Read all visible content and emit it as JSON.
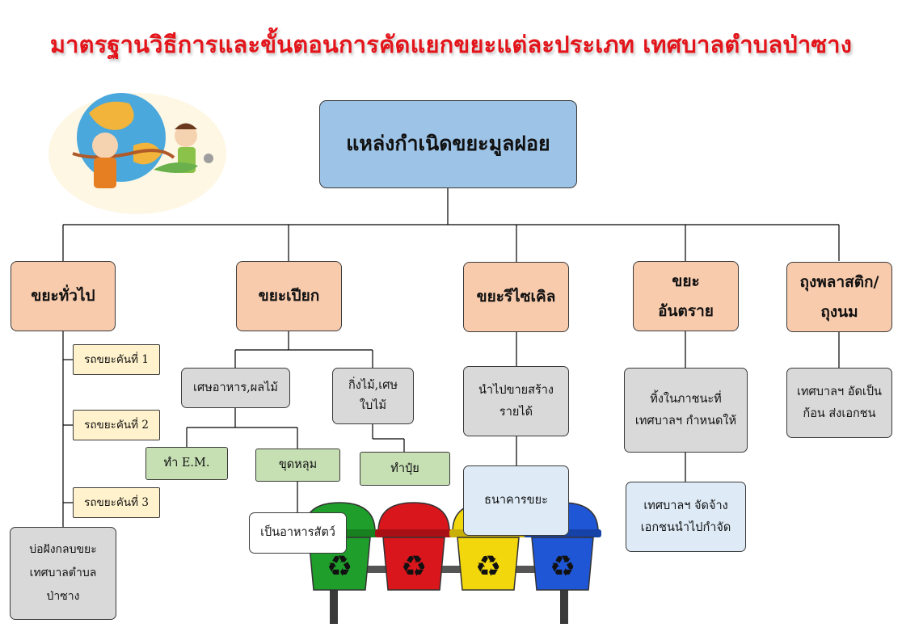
{
  "title": "มาตรฐานวิธีการและขั้นตอนการคัดแยกขยะแต่ละประเภท เทศบาลตำบลป่าซาง",
  "root": "แหล่งกำเนิดขยะมูลฝอย",
  "categories": {
    "general": "ขยะทั่วไป",
    "wet": "ขยะเปียก",
    "recycle": "ขยะรีไซเคิล",
    "hazardous": "ขยะ\nอันตราย",
    "plastic": "ถุงพลาสติก/\nถุงนม"
  },
  "general": {
    "trucks": [
      "รถขยะคันที่ 1",
      "รถขยะคันที่ 2",
      "รถขยะคันที่ 3"
    ],
    "landfill": "บ่อฝังกลบขยะ\nเทศบาลตำบล\nป่าซาง"
  },
  "wet": {
    "food": "เศษอาหาร,ผลไม้",
    "branches": "กิ่งไม้,เศษ\nใบไม้",
    "em": "ทำ E.M.",
    "pit": "ขุดหลุม",
    "compost": "ทำปุ๋ย",
    "animal_feed": "เป็นอาหารสัตว์"
  },
  "recycle": {
    "sell": "นำไปขายสร้าง\nรายได้",
    "bank": "ธนาคารขยะ"
  },
  "hazardous": {
    "dispose": "ทิ้งในภาชนะที่\nเทศบาลฯ กำหนดให้",
    "contract": "เทศบาลฯ จัดจ้าง\nเอกชนนำไปกำจัด"
  },
  "plastic": {
    "press": "เทศบาลฯ อัดเป็น\nก้อน ส่งเอกชน"
  },
  "colors": {
    "title": "#e3151b",
    "root": "#9dc3e6",
    "category": "#f8cbad",
    "process": "#d9d9d9",
    "action": "#c6e0b4",
    "truck": "#fff2cc",
    "bin_green": "#1f9e2c",
    "bin_red": "#d8161c",
    "bin_yellow": "#f2d70c",
    "bin_blue": "#1f56d6"
  },
  "icons": [
    "cartoon-earth-kids-illustration",
    "recycle-bins-illustration"
  ]
}
